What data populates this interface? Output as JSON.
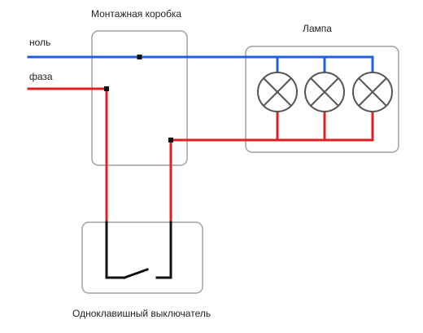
{
  "labels": {
    "junction_box": "Монтажная коробка",
    "lamp": "Лампа",
    "neutral": "ноль",
    "phase": "фаза",
    "switch": "Одноклавишный выключатель"
  },
  "colors": {
    "neutral_wire": "#1f5fe0",
    "phase_wire": "#e02020",
    "switch_wire": "#111111",
    "box_border": "#a0a0a0"
  },
  "lamps": [
    {
      "symbol": "lamp-bulb"
    },
    {
      "symbol": "lamp-bulb"
    },
    {
      "symbol": "lamp-bulb"
    }
  ]
}
